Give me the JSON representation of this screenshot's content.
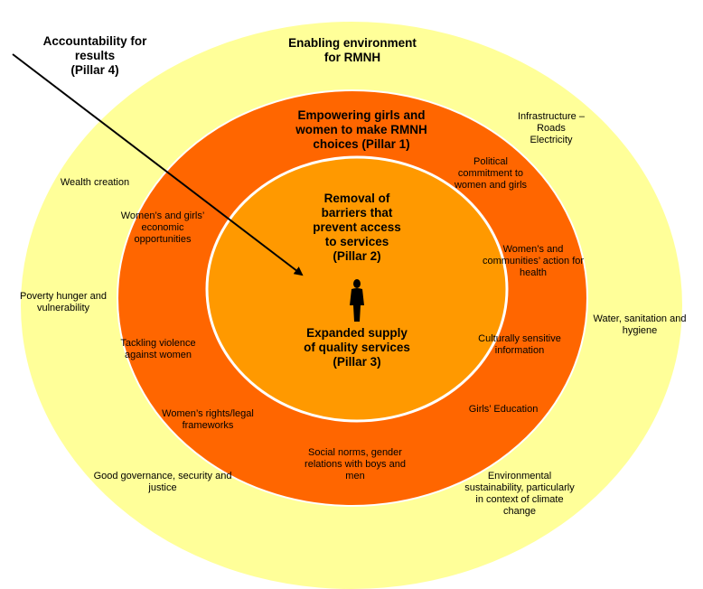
{
  "colors": {
    "outer_ring": "#ffff99",
    "middle_ring": "#ff6600",
    "inner_circle": "#ff9900",
    "ring_border": "#ffffff",
    "arrow": "#000000"
  },
  "headings": {
    "accountability": "Accountability for\nresults\n(Pillar 4)",
    "enabling": "Enabling environment\nfor RMNH",
    "empowering": "Empowering girls and\nwomen to make RMNH\nchoices (Pillar 1)",
    "removal": "Removal of\nbarriers that\nprevent access\nto services\n(Pillar 2)",
    "expanded": "Expanded supply\nof quality services\n(Pillar 3)"
  },
  "outer_labels": {
    "infrastructure": "Infrastructure –\nRoads\nElectricity",
    "wealth": "Wealth creation",
    "poverty": "Poverty hunger and\nvulnerability",
    "water": "Water, sanitation and\nhygiene",
    "governance": "Good governance, security and\njustice",
    "environmental": "Environmental\nsustainability, particularly\nin context of climate\nchange"
  },
  "middle_labels": {
    "political": "Political\ncommitment to\nwomen and girls",
    "economic": "Women’s and girls’\neconomic\nopportunities",
    "communities": "Women’s and\ncommunities’ action for\nhealth",
    "violence": "Tackling violence\nagainst women",
    "cultural": "Culturally sensitive\ninformation",
    "rights": "Women’s rights/legal\nframeworks",
    "education": "Girls’ Education",
    "norms": "Social norms, gender\nrelations with boys and\nmen"
  },
  "icons": {
    "center": "person-icon",
    "pointer": "arrow-icon"
  }
}
